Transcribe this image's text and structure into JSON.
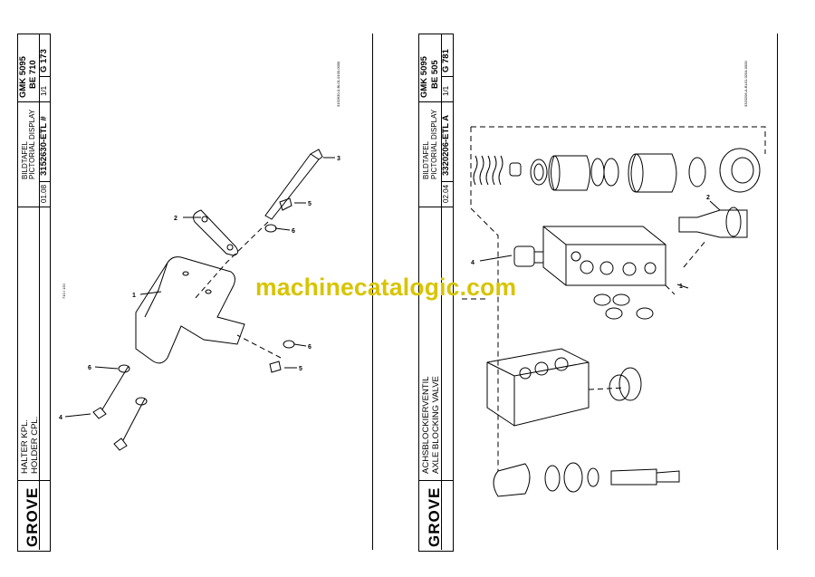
{
  "left_page": {
    "logo": "GROVE",
    "title_de": "HALTER KPL.",
    "title_en": "HOLDER CPL.",
    "header_de": "BILDTAFEL",
    "header_en": "PICTORIAL DISPLAY",
    "date": "01.08",
    "part_number": "3152630-ETL #",
    "sheet": "1/1",
    "model": "GMK 5095",
    "be": "BE 710",
    "group": "G 173",
    "drawing_ref": "3152630-0-BL01-0100-0000",
    "page_ref": "710 / 120",
    "callouts": [
      "1",
      "2",
      "3",
      "4",
      "5",
      "6",
      "5",
      "6",
      "6"
    ]
  },
  "right_page": {
    "logo": "GROVE",
    "title_de": "ACHSBLOCKIERVENTIL",
    "title_en": "AXLE BLOCKING VALVE",
    "header_de": "BILDTAFEL",
    "header_en": "PICTORIAL DISPLAY",
    "date": "02.04",
    "part_number": "3320206-ETL A",
    "sheet": "1/1",
    "model": "GMK 5095",
    "be": "BE 505",
    "group": "G 781",
    "drawing_ref": "3320206-A-BL01-0204-0000",
    "callouts": [
      "1",
      "2",
      "4"
    ]
  },
  "watermark": "machinecatalogic.com"
}
